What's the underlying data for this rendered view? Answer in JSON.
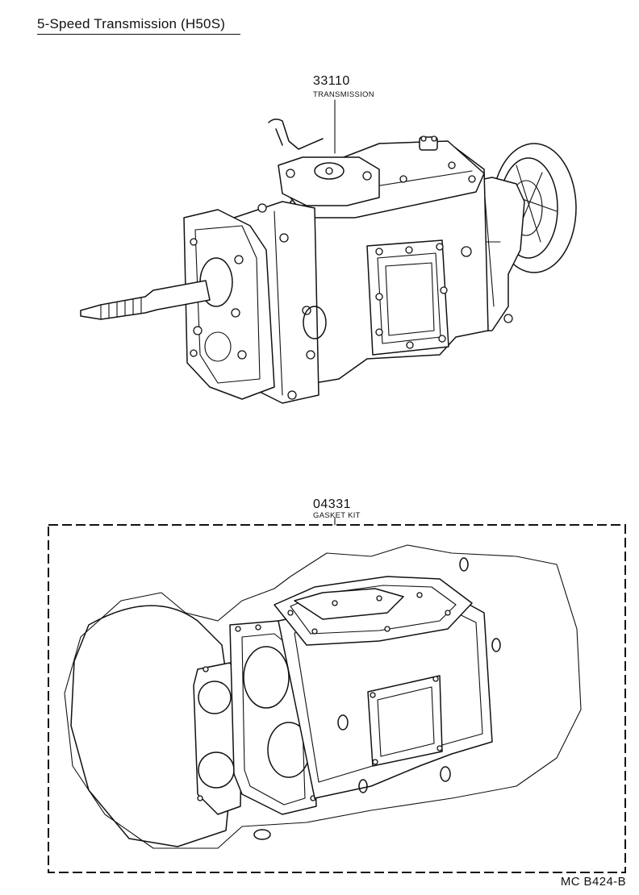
{
  "title": "5-Speed Transmission (H50S)",
  "parts": [
    {
      "number": "33110",
      "name": "TRANSMISSION"
    },
    {
      "number": "04331",
      "name": "GASKET KIT"
    }
  ],
  "catalog_code": "MC B424-B"
}
